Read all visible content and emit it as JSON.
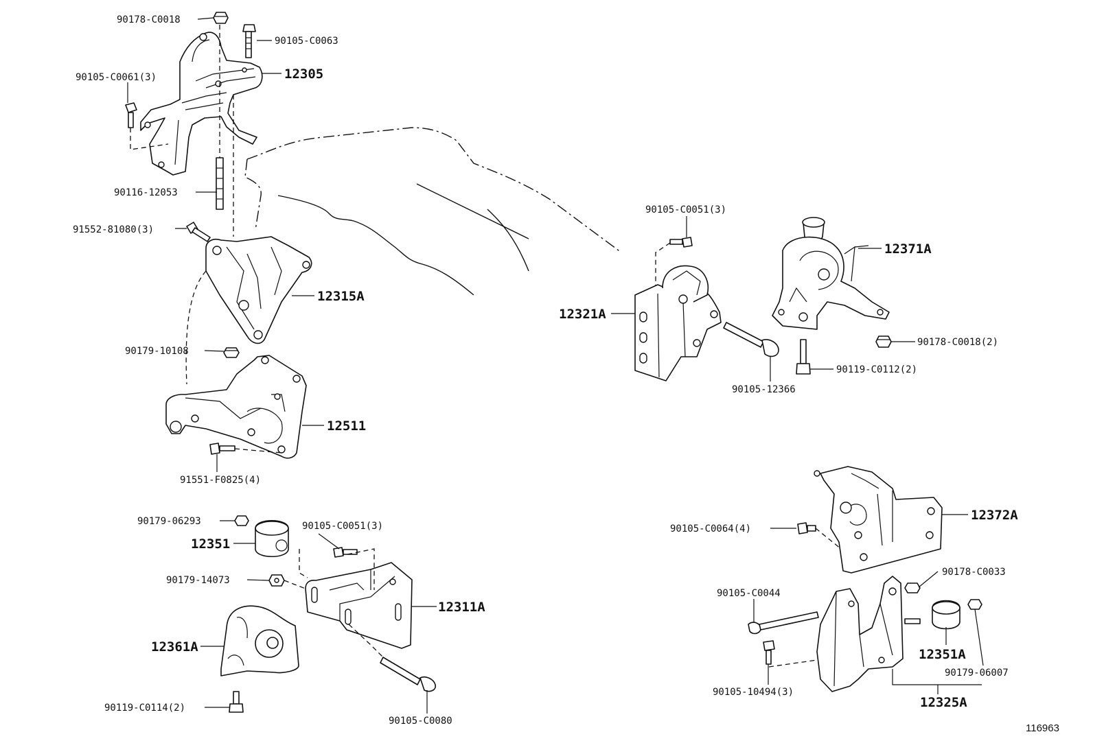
{
  "diagram_ref": "116963",
  "labels": {
    "p90178_C0018_top": "90178-C0018",
    "p90105_C0063": "90105-C0063",
    "p90105_C0061": "90105-C0061(3)",
    "p12305": "12305",
    "p90116_12053": "90116-12053",
    "p91552_81080": "91552-81080(3)",
    "p12315A": "12315A",
    "p90179_10108": "90179-10108",
    "p12511": "12511",
    "p91551_F0825": "91551-F0825(4)",
    "p90179_06293": "90179-06293",
    "p12351": "12351",
    "p90105_C0051_mid": "90105-C0051(3)",
    "p90179_14073": "90179-14073",
    "p12311A": "12311A",
    "p12361A": "12361A",
    "p90119_C0114": "90119-C0114(2)",
    "p90105_C0080": "90105-C0080",
    "p90105_C0051_right": "90105-C0051(3)",
    "p12371A": "12371A",
    "p12321A": "12321A",
    "p90178_C0018_right": "90178-C0018(2)",
    "p90119_C0112": "90119-C0112(2)",
    "p90105_12366": "90105-12366",
    "p12372A": "12372A",
    "p90105_C0064": "90105-C0064(4)",
    "p90178_C0033": "90178-C0033",
    "p90105_C0044": "90105-C0044",
    "p12351A": "12351A",
    "p90179_06007": "90179-06007",
    "p90105_10494": "90105-10494(3)",
    "p12325A": "12325A"
  }
}
